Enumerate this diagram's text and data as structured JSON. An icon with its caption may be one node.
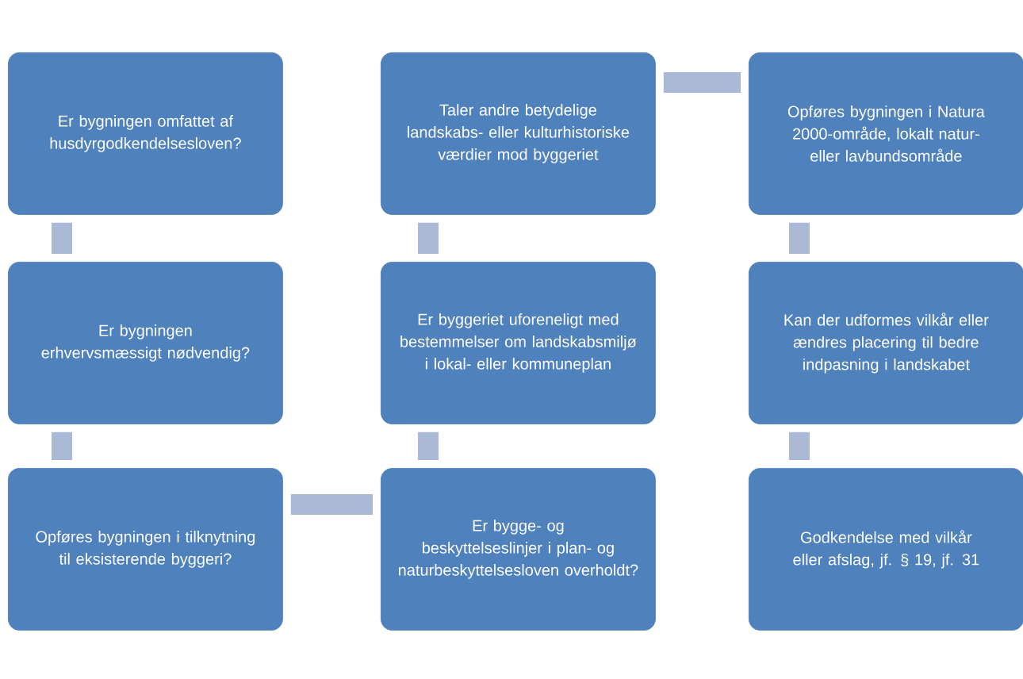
{
  "diagram": {
    "nodes": [
      {
        "text": [
          "Er bygningen omfattet af husdyrgodkendelsesloven?"
        ]
      },
      {
        "text": [
          "Taler andre betydelige landskabs- eller kulturhistoriske værdier mod byggeriet"
        ]
      },
      {
        "text": [
          "Opføres bygningen i Natura 2000-område, lokalt natur- eller lavbundsområde"
        ]
      },
      {
        "text": [
          "Er bygningen erhvervsmæssigt nødvendig?"
        ]
      },
      {
        "text": [
          "Er byggeriet uforeneligt med bestemmelser om landskabsmiljø i lokal- eller kommuneplan"
        ]
      },
      {
        "text": [
          "Kan der udformes vilkår eller ændres placering til bedre indpasning i landskabet"
        ]
      },
      {
        "text": [
          "Opføres bygningen i tilknytning til eksisterende byggeri?"
        ]
      },
      {
        "text": [
          "Er bygge- og beskyttelseslinjer i plan- og naturbeskyttelsesloven overholdt?"
        ]
      },
      {
        "text": [
          "Godkendelse med vilkår eller afslag, jf. § 19, jf. 31"
        ]
      }
    ],
    "edges": [
      {
        "from": 0,
        "to": 3,
        "arrow": "none"
      },
      {
        "from": 3,
        "to": 6,
        "arrow": "none"
      },
      {
        "from": 6,
        "to": 7,
        "arrow": "none"
      },
      {
        "from": 7,
        "to": 4,
        "arrow": "none"
      },
      {
        "from": 4,
        "to": 1,
        "arrow": "none"
      },
      {
        "from": 1,
        "to": 2,
        "arrow": "none"
      },
      {
        "from": 2,
        "to": 5,
        "arrow": "none"
      },
      {
        "from": 5,
        "to": 8,
        "arrow": "none"
      }
    ]
  }
}
